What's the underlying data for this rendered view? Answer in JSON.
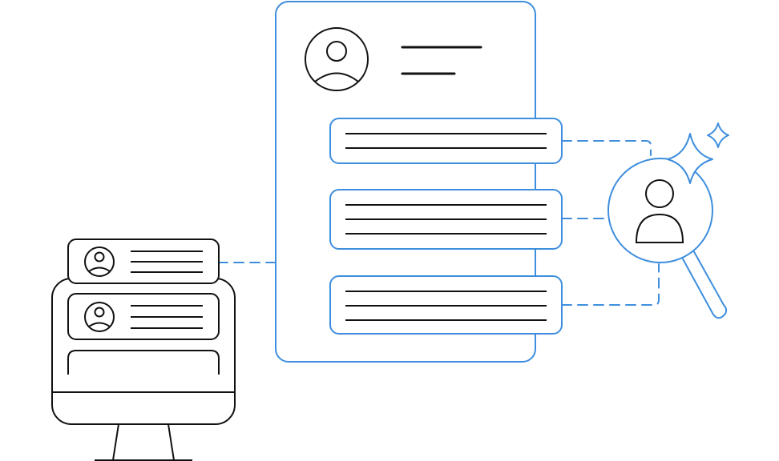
{
  "colors": {
    "accent": "#3E8EDD",
    "ink": "#111111",
    "background": "#FFFFFF"
  },
  "icons": {
    "profile_avatar": "user-circle-icon",
    "search": "magnifier-user-icon",
    "sparkle": "sparkle-icon",
    "monitor": "desktop-monitor-icon"
  },
  "illustration": {
    "profile_document": {
      "header_lines": 2,
      "sections": 3
    },
    "monitor": {
      "cards": 2
    }
  }
}
